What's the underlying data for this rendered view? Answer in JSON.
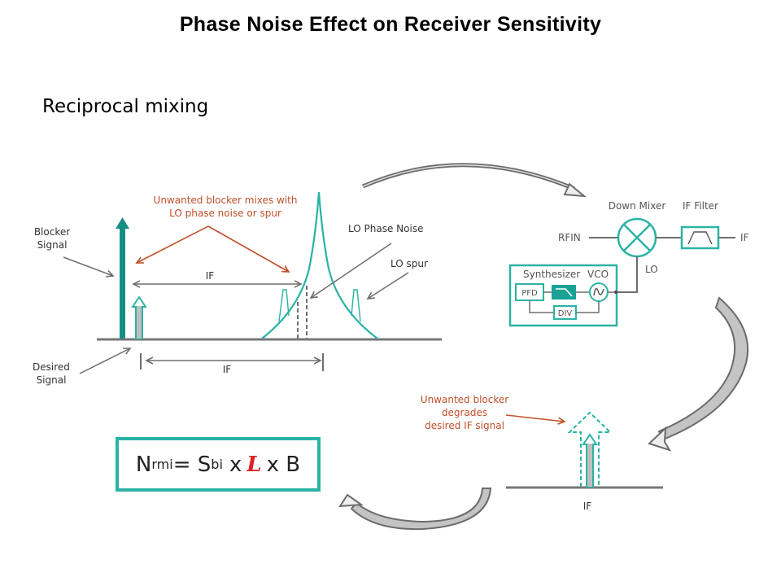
{
  "slide": {
    "title": "Phase Noise Effect on Receiver Sensitivity",
    "subtitle": "Reciprocal mixing"
  },
  "spectrum": {
    "annotation_mix": [
      "Unwanted blocker mixes with",
      "LO phase noise or spur"
    ],
    "blocker_label": [
      "Blocker",
      "Signal"
    ],
    "desired_label": [
      "Desired",
      "Signal"
    ],
    "if_upper": "IF",
    "if_lower": "IF",
    "lo_phase_noise": "LO Phase Noise",
    "lo_spur": "LO spur"
  },
  "block_diagram": {
    "down_mixer": "Down Mixer",
    "if_filter": "IF Filter",
    "rfin": "RFIN",
    "if_out": "IF",
    "lo": "LO",
    "synthesizer": "Synthesizer",
    "vco": "VCO",
    "pfd": "PFD",
    "div": "DIV"
  },
  "if_output": {
    "annotation": [
      "Unwanted blocker",
      "degrades",
      "desired IF signal"
    ],
    "axis_label": "IF"
  },
  "formula": {
    "N": "N",
    "N_sub": "rm",
    "N_sup": "i",
    "equals_S": "= S",
    "S_sub": "bi",
    "times1": "x",
    "L": "L",
    "times2": "x B"
  },
  "colors": {
    "teal": "#2ab3a5",
    "dark_teal": "#168f84",
    "gray": "#6e6e6e",
    "annotation_red": "#c0502a",
    "formula_L": "#e02020"
  }
}
